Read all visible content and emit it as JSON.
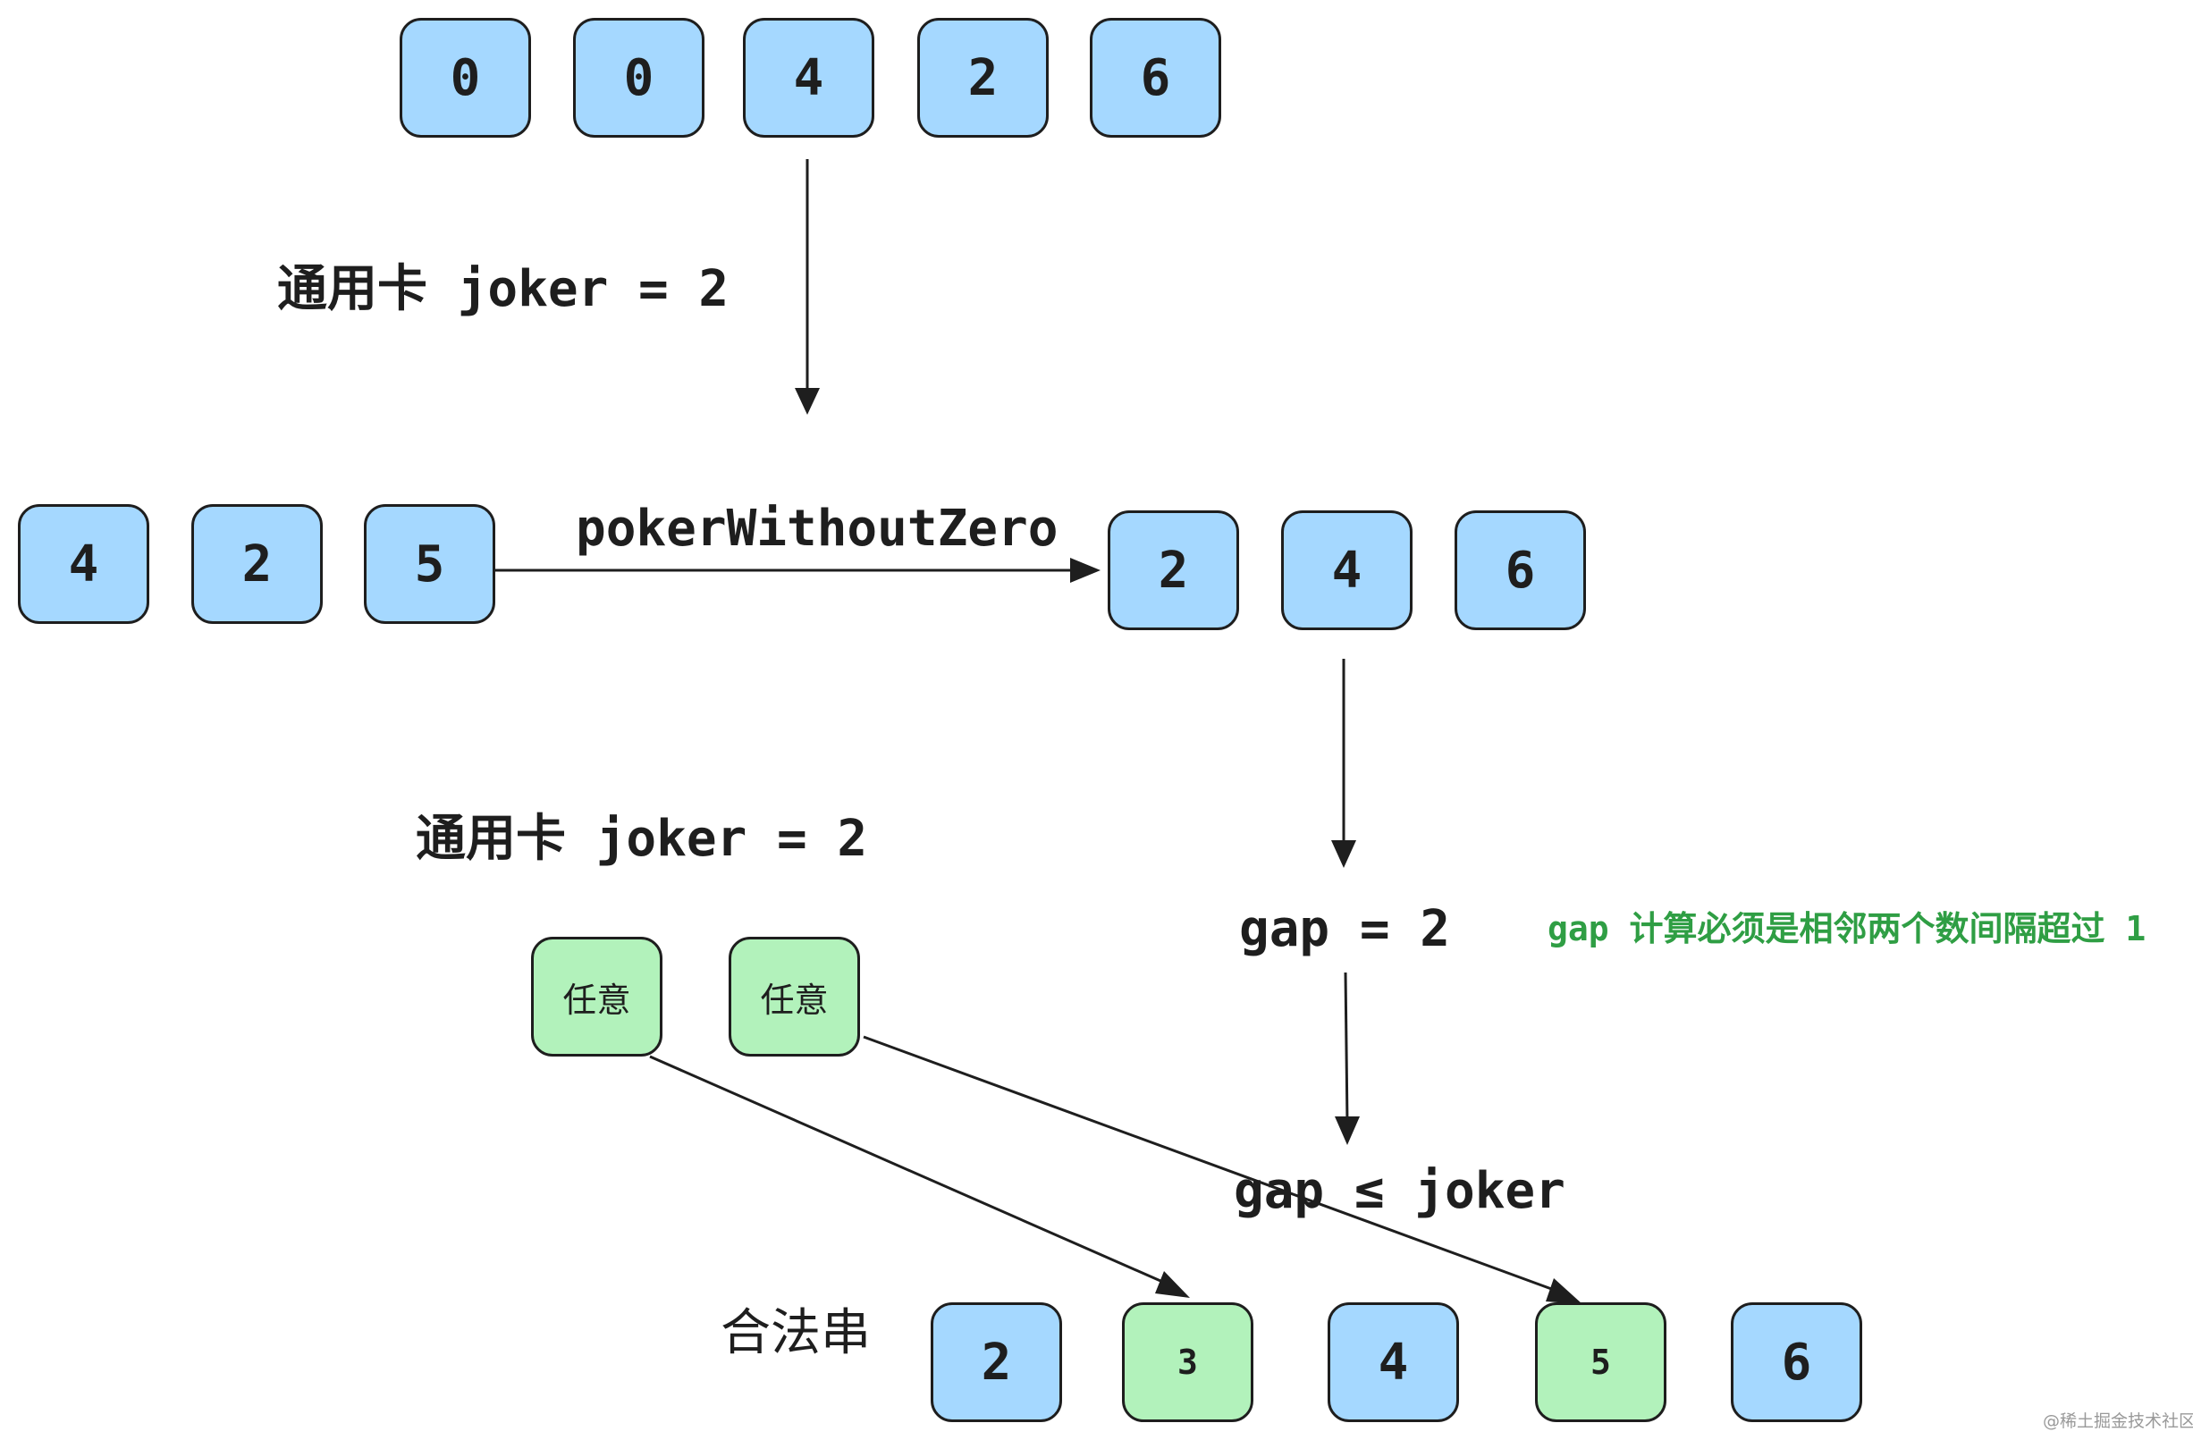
{
  "top_row": [
    "0",
    "0",
    "4",
    "2",
    "6"
  ],
  "joker_label_1": "通用卡 joker = 2",
  "left_row": [
    "4",
    "2",
    "5"
  ],
  "arrow_label": "pokerWithoutZero",
  "right_row": [
    "2",
    "4",
    "6"
  ],
  "joker_label_2": "通用卡 joker = 2",
  "gap_label": "gap = 2",
  "note": "gap 计算必须是相邻两个数间隔超过 1",
  "any_cards": [
    "任意",
    "任意"
  ],
  "gap_joker_label": "gap ≤ joker",
  "legal_label": "合法串",
  "bottom_row": [
    "2",
    "3",
    "4",
    "5",
    "6"
  ],
  "watermark": "@稀土掘金技术社区",
  "colors": {
    "stroke": "#1e1e1e",
    "blue_card": "#a5d8ff",
    "green_card": "#b2f2bb",
    "note_green": "#2f9e44"
  }
}
